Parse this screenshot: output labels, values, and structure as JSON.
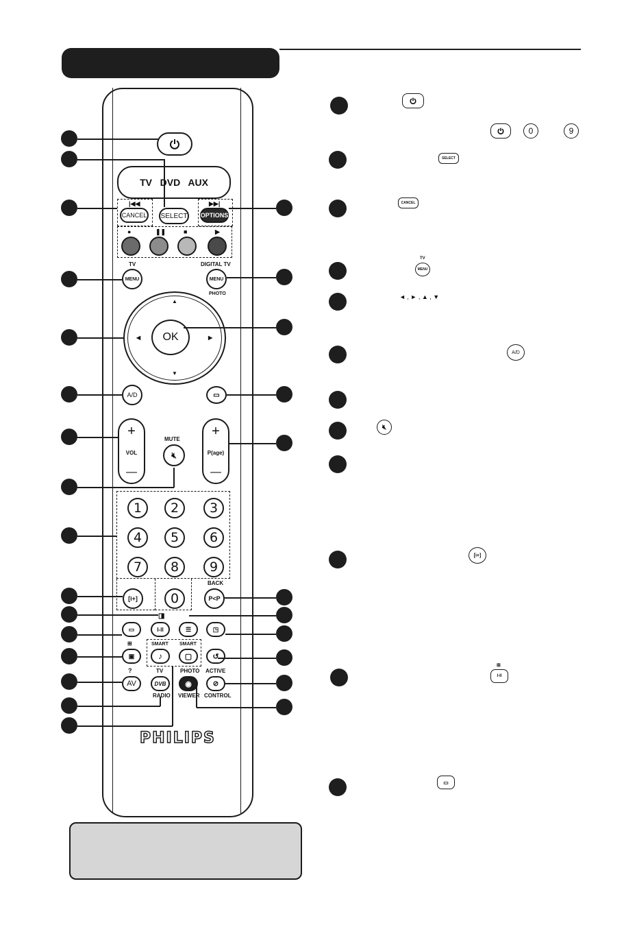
{
  "remote": {
    "source_display": "TV   DVD   AUX",
    "select_label": "SELECT",
    "cancel_label": "CANCEL",
    "options_label": "OPTIONS",
    "tv_label": "TV",
    "menu_label": "MENU",
    "digital_tv_label": "DIGITAL TV",
    "photo_label": "PHOTO",
    "ok_label": "OK",
    "ad_label": "A/D",
    "mute_label": "MUTE",
    "vol_label": "VOL",
    "page_label": "P(age)",
    "plus": "+",
    "minus": "—",
    "digits": [
      "1",
      "2",
      "3",
      "4",
      "5",
      "6",
      "7",
      "8",
      "9",
      "0"
    ],
    "back_label": "BACK",
    "pp_label": "P<P",
    "dual_label": "I-II",
    "smart_label": "SMART",
    "active_label": "ACTIVE",
    "control_label": "CONTROL",
    "av_label": "AV",
    "dvb_label": "DVB",
    "radio_label": "RADIO",
    "tv_small_label": "TV",
    "photo_viewer_top": "PHOTO",
    "viewer_label": "VIEWER",
    "brand": "PHILIPS",
    "help_mark": "?",
    "colors": {
      "red_key": "#6b6b6b",
      "green_key": "#8c8c8c",
      "yellow_key": "#b8b8b8",
      "blue_key": "#4a4a4a"
    }
  },
  "legend": {
    "zero": "0",
    "nine": "9",
    "select_mini": "SELECT",
    "cancel_mini": "CANCEL",
    "tv_mini": "TV",
    "menu_mini": "MENU",
    "ad_mini": "A/D",
    "dual_mini": "I-II",
    "arrows": "◄ , ► , ▲ , ▼"
  }
}
